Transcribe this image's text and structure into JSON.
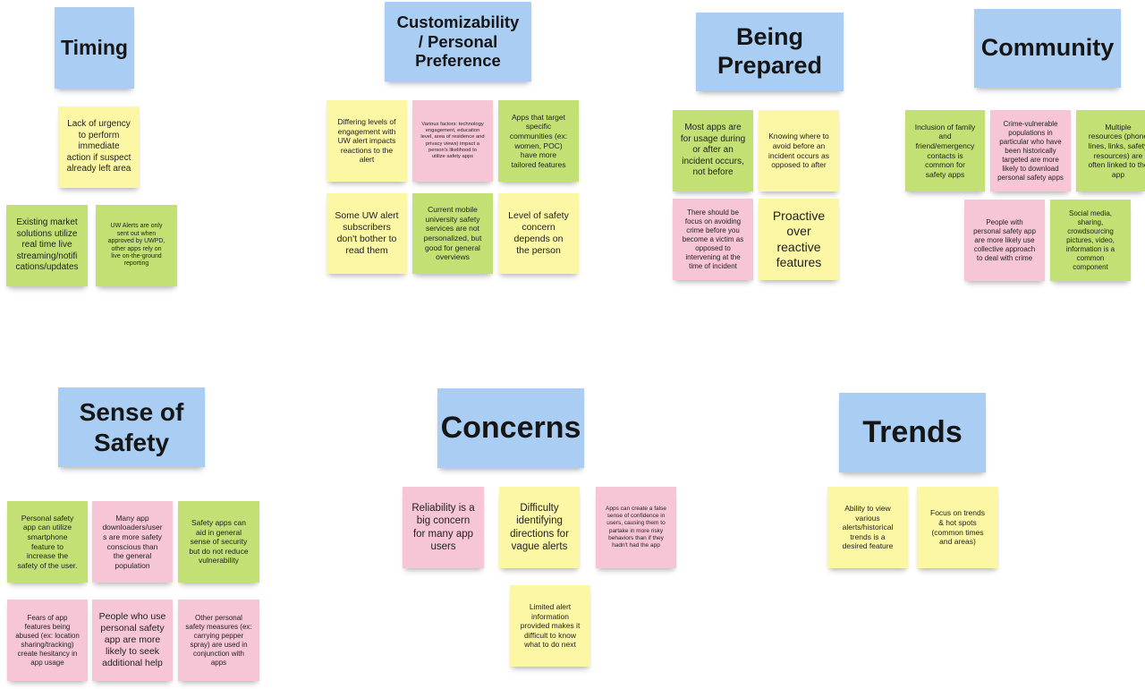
{
  "headers": {
    "timing": "Timing",
    "customizability": "Customizability\n/ Personal\nPreference",
    "being_prepared": "Being\nPrepared",
    "community": "Community",
    "sense_of_safety": "Sense of\nSafety",
    "concerns": "Concerns",
    "trends": "Trends"
  },
  "timing": {
    "lack_urgency": "Lack of urgency\nto perform\nimmediate\naction if suspect\nalready left area",
    "existing_market": "Existing market\nsolutions utilize\nreal time live\nstreaming/notifi\ncations/updates",
    "uw_alerts": "UW Alerts are only\nsent out when\napproved by UWPD,\nother apps rely on\nlive on-the-ground\nreporting"
  },
  "customizability": {
    "differing_levels": "Differing levels of\nengagement with\nUW alert impacts\nreactions to the\nalert",
    "various_factors": "Various factors: technology\nengagement, education\nlevel, area of residence and\nprivacy views) impact a\nperson's likelihood to\nutilize safety apps",
    "apps_target": "Apps that target\nspecific\ncommunities (ex:\nwomen, POC)\nhave more\ntailored features",
    "some_uw": "Some UW alert\nsubscribers\ndon't bother to\nread them",
    "current_mobile": "Current mobile\nuniversity safety\nservices are not\npersonalized, but\ngood for general\noverviews",
    "level_safety": "Level of safety\nconcern\ndepends on\nthe person"
  },
  "being_prepared": {
    "most_apps": "Most apps are\nfor usage during\nor after an\nincident occurs,\nnot before",
    "knowing_where": "Knowing where to\navoid before an\nincident occurs as\nopposed to after",
    "focus_avoiding": "There should be\nfocus on avoiding\ncrime before you\nbecome a victim as\nopposed to\nintervening at the\ntime of incident",
    "proactive": "Proactive\nover\nreactive\nfeatures"
  },
  "community": {
    "inclusion": "Inclusion of family\nand\nfriend/emergency\ncontacts is\ncommon for\nsafety apps",
    "crime_vulnerable": "Crime-vulnerable\npopulations in\nparticular who have\nbeen historically\ntargeted are more\nlikely to download\npersonal safety apps",
    "multiple_resources": "Multiple\nresources (phone\nlines, links, safety\nresources) are\noften linked to the\napp",
    "people_with": "People with\npersonal safety app\nare more likely use\ncollective approach\nto deal with crime",
    "social_media": "Social media,\nsharing,\ncrowdsourcing\npictures, video,\ninformation is a\ncommon\ncomponent"
  },
  "sense_of_safety": {
    "personal_safety_app": "Personal safety\napp can utilize\nsmartphone\nfeature to\nincrease the\nsafety of the user.",
    "many_app": "Many app\ndownloaders/user\ns are more safety\nconscious than\nthe general\npopulation",
    "safety_apps_aid": "Safety apps can\naid in general\nsense of security\nbut do not reduce\nvulnerability",
    "fears": "Fears of app\nfeatures being\nabused (ex: location\nsharing/tracking)\ncreate hesitancy in\napp usage",
    "people_who_use": "People who use\npersonal safety\napp are more\nlikely to seek\nadditional help",
    "other_measures": "Other personal\nsafety measures (ex:\ncarrying pepper\nspray) are used in\nconjunction with\napps"
  },
  "concerns": {
    "reliability": "Reliability is a\nbig concern\nfor many app\nusers",
    "difficulty": "Difficulty\nidentifying\ndirections for\nvague alerts",
    "false_sense": "Apps can create a false\nsense of confidence in\nusers, causing them to\npartake in more risky\nbehaviors than if they\nhadn't had the app",
    "limited_alert": "Limited alert\ninformation\nprovided makes it\ndifficult to know\nwhat to do next"
  },
  "trends": {
    "ability_view": "Ability to view\nvarious\nalerts/historical\ntrends is a\ndesired feature",
    "focus_trends": "Focus on trends\n& hot spots\n(common times\nand areas)"
  },
  "colors": {
    "header": "#a9cdf3",
    "yellow": "#fbf7a4",
    "green": "#c2e074",
    "pink": "#f6c6d7"
  }
}
